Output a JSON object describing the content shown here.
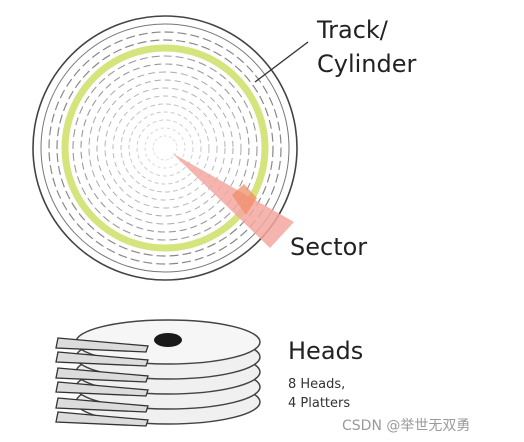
{
  "labels": {
    "track_cylinder_line1": "Track/",
    "track_cylinder_line2": "Cylinder",
    "sector": "Sector",
    "heads": "Heads",
    "heads_count": "8 Heads,",
    "platters_count": "4 Platters"
  },
  "watermark": "CSDN @举世无双勇",
  "colors": {
    "track_highlight": "#d6e47e",
    "sector_fill": "#f4a7a1",
    "sector_overlap": "#ef8f6a",
    "disk_outline": "#444444",
    "disk_fill": "#f0f0f0",
    "head_arm_fill": "#dcdcdc",
    "spindle": "#1a1a1a"
  }
}
